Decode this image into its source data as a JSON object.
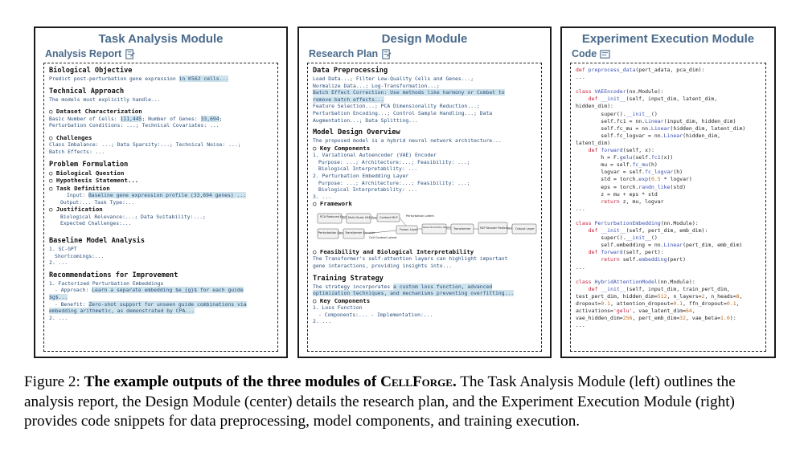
{
  "task_module": {
    "title": "Task Analysis Module",
    "subtitle": "Analysis Report",
    "lines": [
      {
        "t": "sec",
        "text": "Biological Objective"
      },
      {
        "t": "ln",
        "text": "Predict post-perturbation gene expression ",
        "hl": "in K562 cells..."
      },
      {
        "t": "sec",
        "text": "Technical Approach"
      },
      {
        "t": "ln",
        "text": "The models must explicitly handle..."
      },
      {
        "t": "gap"
      },
      {
        "t": "sub2",
        "text": "○ Dataset Characterization"
      },
      {
        "t": "ln",
        "text": "Basic Number of Cells: ",
        "hl": "111,445",
        "after": ";  Number of Genes: ",
        "hl2": "33,694",
        "after2": ";"
      },
      {
        "t": "ln",
        "text": "Perturbation Conditions: ...; Technical Covariates: ..."
      },
      {
        "t": "gap"
      },
      {
        "t": "sub2",
        "text": "○ Challenges"
      },
      {
        "t": "ln",
        "text": "Class Imbalance: ...; Data Sparsity:...; Technical Noise: ...;"
      },
      {
        "t": "ln",
        "text": "Batch Effects: ..."
      },
      {
        "t": "sec",
        "text": "Problem Formulation"
      },
      {
        "t": "sub2",
        "text": "○ Biological Question"
      },
      {
        "t": "sub2",
        "text": "○ Hypothesis Statement..."
      },
      {
        "t": "sub2",
        "text": "○ Task Definition"
      },
      {
        "t": "ln",
        "ind": "ind3",
        "text": "Input: ",
        "hl": "Baseline gene expression profile (33,694 genes) ..."
      },
      {
        "t": "ln",
        "ind": "ind2",
        "text": "Output:... Task Type:..."
      },
      {
        "t": "sub2",
        "text": "○ Justification"
      },
      {
        "t": "ln",
        "ind": "ind2",
        "text": "Biological Relevance:...; Data Suitability:...;"
      },
      {
        "t": "ln",
        "ind": "ind2",
        "text": "Expected Challenges:..."
      },
      {
        "t": "gap"
      },
      {
        "t": "sec",
        "text": "Baseline Model Analysis"
      },
      {
        "t": "ln",
        "text": "1.  SC-GPT"
      },
      {
        "t": "ln",
        "ind": "ind1",
        "text": "Shortcomings:..."
      },
      {
        "t": "ln",
        "text": "2.  ..."
      },
      {
        "t": "sec",
        "text": "Recommendations for Improvement"
      },
      {
        "t": "ln",
        "text": "1.  Factorized Perturbation Embeddings"
      },
      {
        "t": "ln",
        "ind": "ind1",
        "text": "- Approach: ",
        "hl": "Learn a separate embedding $e_{g}$ for each guide"
      },
      {
        "t": "ln",
        "text": "",
        "hl": "$g$..."
      },
      {
        "t": "ln",
        "ind": "ind1",
        "text": "- Benefit: ",
        "hl": "Zero-shot support for unseen guide combinations via"
      },
      {
        "t": "ln",
        "text": "",
        "hl": "embedding arithmetic, as demonstrated by CPA..."
      },
      {
        "t": "ln",
        "text": "2.  ..."
      }
    ]
  },
  "design_module": {
    "title": "Design Module",
    "subtitle": "Research Plan",
    "lines_top": [
      {
        "t": "sec",
        "text": "Data Preprocessing"
      },
      {
        "t": "ln",
        "text": "Load Data...;   Filter Low-Quality Cells and Genes...;"
      },
      {
        "t": "ln",
        "text": "Normalize Data...;    Log-Transformation...;"
      },
      {
        "t": "ln",
        "text": "",
        "hl": "Batch Effect Correction: Use methods like harmony or Combat to"
      },
      {
        "t": "ln",
        "text": "",
        "hl": "remove batch effects..."
      },
      {
        "t": "ln",
        "text": "Feature Selection...;    PCA Dimensionality Reduction...;"
      },
      {
        "t": "ln",
        "text": "Perturbation Encoding...;   Control Sample Handling...;   Data"
      },
      {
        "t": "ln",
        "text": "Augmentation...;    Data Splitting..."
      },
      {
        "t": "sec",
        "text": "Model Design Overview"
      },
      {
        "t": "ln",
        "text": "The proposed model is a hybrid neural network architecture..."
      },
      {
        "t": "sub2",
        "text": "○ Key Components"
      },
      {
        "t": "ln",
        "text": "1. Variational Autoencoder (VAE) Encoder"
      },
      {
        "t": "ln",
        "ind": "ind1",
        "text": "Purpose: ...; Architecture:...; Feasibility: ...;"
      },
      {
        "t": "ln",
        "ind": "ind1",
        "text": "Biological Interpretability: ..."
      },
      {
        "t": "ln",
        "text": "2. Perturbation Embedding Layer"
      },
      {
        "t": "ln",
        "ind": "ind1",
        "text": "Purpose: ...; Architecture:...; Feasibility: ...;"
      },
      {
        "t": "ln",
        "ind": "ind1",
        "text": "Biological Interpretability: ..."
      },
      {
        "t": "ln",
        "text": "3. ..."
      },
      {
        "t": "sub2",
        "text": "○ Framework"
      }
    ],
    "framework": {
      "blocks": [
        "PCA Reduced Expression",
        "Multi-Scale VAE Encoder",
        "Context MLP",
        "Perturbation Gene One-hot",
        "Transformer Encoder",
        "Fusion Layer",
        "Transformer",
        "MLP Decoder Prediction Head",
        "Output Layer"
      ],
      "notes": [
        "Perturbation Latent",
        "Cell Context Latent",
        "Noise-Introduction Adapter (residual)"
      ]
    },
    "lines_bottom": [
      {
        "t": "sub2",
        "text": "○ Feasibility and Biological Interpretability"
      },
      {
        "t": "ln",
        "text": "The Transformer's self-attention layers can highlight important"
      },
      {
        "t": "ln",
        "text": "gene interactions, providing insights into..."
      },
      {
        "t": "sec",
        "text": "Training Strategy"
      },
      {
        "t": "ln",
        "text": "The strategy incorporates ",
        "hl": "a custom loss function, advanced"
      },
      {
        "t": "ln",
        "text": "",
        "hl": "optimization techniques, and mechanisms preventing overfitting..."
      },
      {
        "t": "sub2",
        "text": "○ Key Components"
      },
      {
        "t": "ln",
        "text": "1.  Loss Function"
      },
      {
        "t": "ln",
        "ind": "ind1",
        "text": "- Components:... - Implementation:..."
      },
      {
        "t": "ln",
        "text": "2. ..."
      }
    ]
  },
  "exec_module": {
    "title": "Experiment Execution Module",
    "subtitle": "Code"
  },
  "caption": {
    "label": "Figure 2: ",
    "bold": "The example outputs of the three modules of ",
    "brand": "CellForge.",
    "rest": " The Task Analysis Module (left) outlines the analysis report, the Design Module (center) details the research plan, and the Experiment Execution Module (right) provides code snippets for data preprocessing, model components, and training execution."
  },
  "colors": {
    "title": "#4a6b8c",
    "highlight": "#cfe3ec",
    "text_blue": "#2a4f7a",
    "keyword": "#c2203a"
  }
}
